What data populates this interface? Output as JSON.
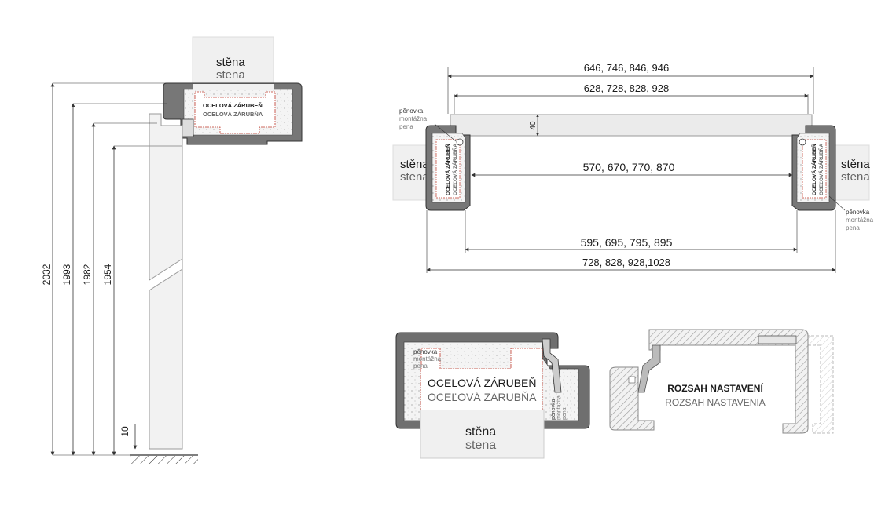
{
  "elevation": {
    "heights": [
      "2032",
      "1993",
      "1982",
      "1954"
    ],
    "floor_gap": "10"
  },
  "labels": {
    "wall_cs": "stěna",
    "wall_sk": "stena",
    "frame_cs": "OCELOVÁ ZÁRUBEŇ",
    "frame_sk": "OCEĽOVÁ ZÁRUBŇA",
    "foam_cs": "pěnovka",
    "foam_mid": "montážna",
    "foam_sk": "pena",
    "range_cs": "ROZSAH NASTAVENÍ",
    "range_sk": "ROZSAH NASTAVENIA"
  },
  "plan": {
    "overall_top": "646, 746, 846, 946",
    "leaf_width": "628, 728, 828, 928",
    "leaf_thickness": "40",
    "clear_opening": "570, 670, 770, 870",
    "frame_inner": "595, 695, 795, 895",
    "frame_outer": "728, 828, 928,1028"
  }
}
